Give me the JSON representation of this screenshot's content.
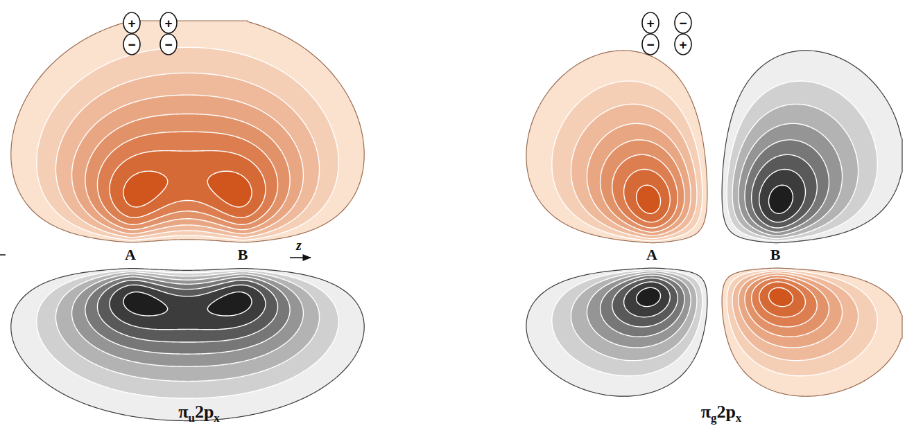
{
  "diagram": {
    "labels": [
      "+",
      "+",
      "+",
      "−",
      "−",
      "−",
      "−",
      "+",
      "z",
      "A",
      "B",
      "A",
      "B",
      "π",
      "u",
      "2p",
      "x",
      "π",
      "g",
      "2p",
      "x"
    ]
  }
}
